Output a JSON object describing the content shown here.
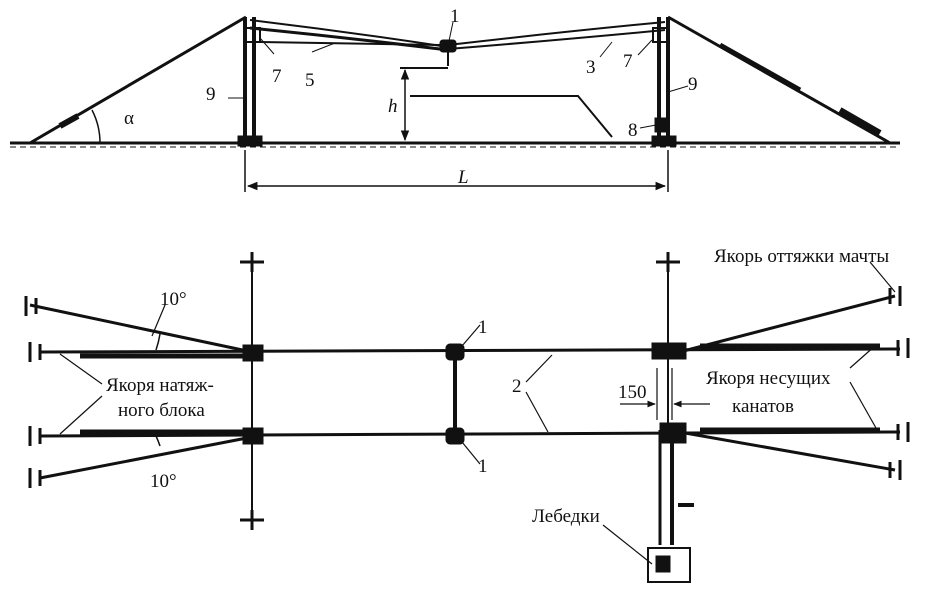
{
  "elevation": {
    "labels": {
      "n1": "1",
      "n3": "3",
      "n5": "5",
      "n7a": "7",
      "n7b": "7",
      "n8": "8",
      "n9a": "9",
      "n9b": "9",
      "h": "h",
      "L": "L",
      "alpha": "α"
    }
  },
  "plan": {
    "labels": {
      "n1_top": "1",
      "n1_bottom": "1",
      "n2": "2",
      "angle_top": "10°",
      "angle_bottom": "10°",
      "dim_150": "150",
      "mast_guy_anchor": "Якорь оттяжки мачты",
      "tension_anchor_line1": "Якоря натяж-",
      "tension_anchor_line2": "ного блока",
      "carrying_anchor_line1": "Якоря несущих",
      "carrying_anchor_line2": "канатов",
      "winches": "Лебедки"
    }
  },
  "colors": {
    "ink": "#111111",
    "paper": "#ffffff"
  }
}
